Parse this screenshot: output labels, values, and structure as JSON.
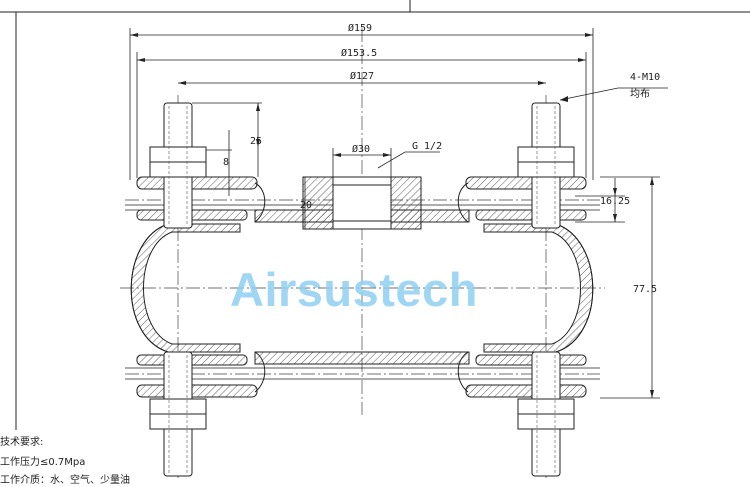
{
  "dimensions": {
    "outer_diameter": "Ø159",
    "flange_diameter": "Ø153.5",
    "bolt_circle": "Ø127",
    "bolt_spec_line1": "4-M10",
    "bolt_spec_line2": "均布",
    "bolt_projection": "25",
    "nut_height": "8",
    "port_diameter": "Ø30",
    "port_thread": "G 1/2",
    "port_height": "20",
    "flange_thickness": "16.25",
    "overall_height": "77.5"
  },
  "watermark": "Airsustech",
  "notes": {
    "title": "技术要求:",
    "line1": "工作压力≤0.7Mpa",
    "line2": "工作介质：水、空气、少量油"
  },
  "colors": {
    "line": "#222222",
    "watermark": "#8fd0f2"
  }
}
